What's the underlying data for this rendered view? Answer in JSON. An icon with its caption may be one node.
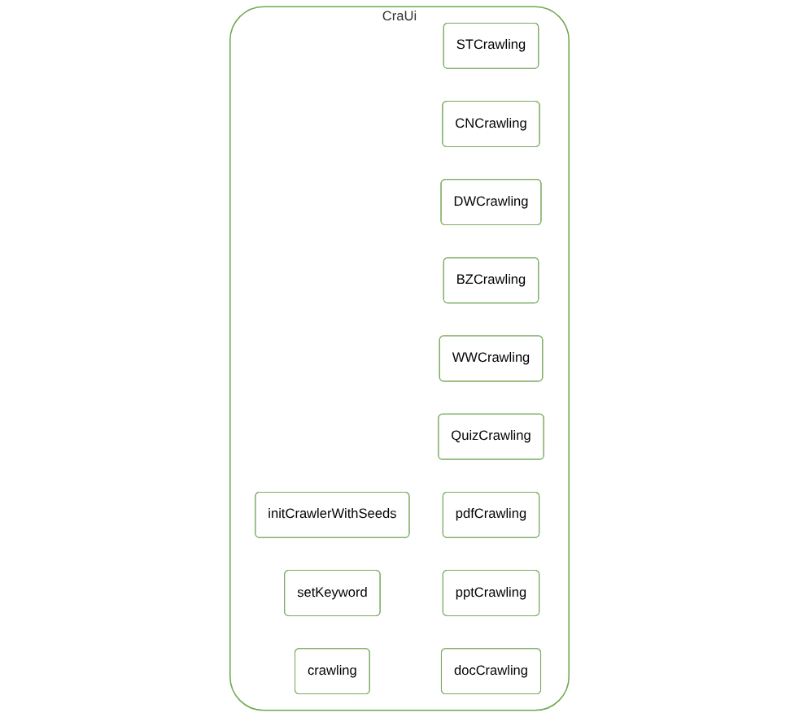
{
  "diagram": {
    "nodes": [
      {
        "text": [
          "CraUi"
        ]
      },
      {
        "text": [
          "initCrawlerWithSeeds"
        ],
        "in": 0
      },
      {
        "text": [
          "setKeyword"
        ],
        "in": 0
      },
      {
        "text": [
          "crawling"
        ],
        "in": 0
      },
      {
        "text": [
          "STCrawling"
        ],
        "in": 0
      },
      {
        "text": [
          "CNCrawling"
        ],
        "in": 0
      },
      {
        "text": [
          "DWCrawling"
        ],
        "in": 0
      },
      {
        "text": [
          "BZCrawling"
        ],
        "in": 0
      },
      {
        "text": [
          "WWCrawling"
        ],
        "in": 0
      },
      {
        "text": [
          "QuizCrawling"
        ],
        "in": 0
      },
      {
        "text": [
          "pdfCrawling"
        ],
        "in": 0
      },
      {
        "text": [
          "pptCrawling"
        ],
        "in": 0
      },
      {
        "text": [
          "docCrawling"
        ],
        "in": 0
      }
    ]
  }
}
